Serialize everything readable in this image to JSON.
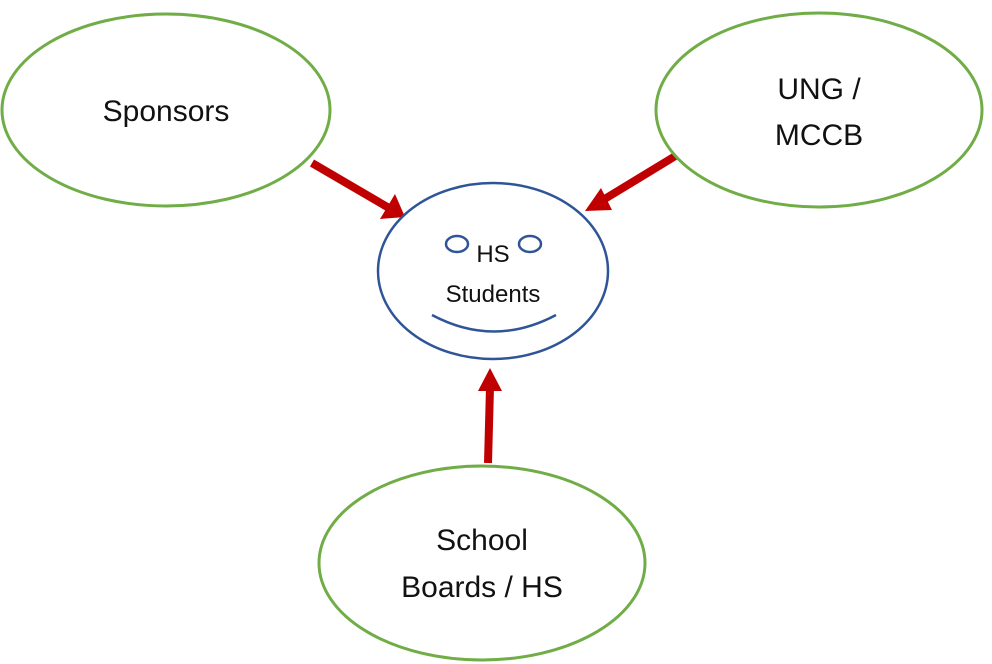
{
  "diagram": {
    "center": {
      "lines": [
        "HS",
        "Students"
      ]
    },
    "nodes": {
      "sponsors": {
        "lines": [
          "Sponsors"
        ]
      },
      "ung": {
        "lines": [
          "UNG /",
          "MCCB"
        ]
      },
      "school": {
        "lines": [
          "School",
          "Boards / HS"
        ]
      }
    },
    "colors": {
      "outer_stroke": "#70AD47",
      "center_stroke": "#2F5597",
      "arrow": "#C00000",
      "text": "#111111"
    }
  }
}
